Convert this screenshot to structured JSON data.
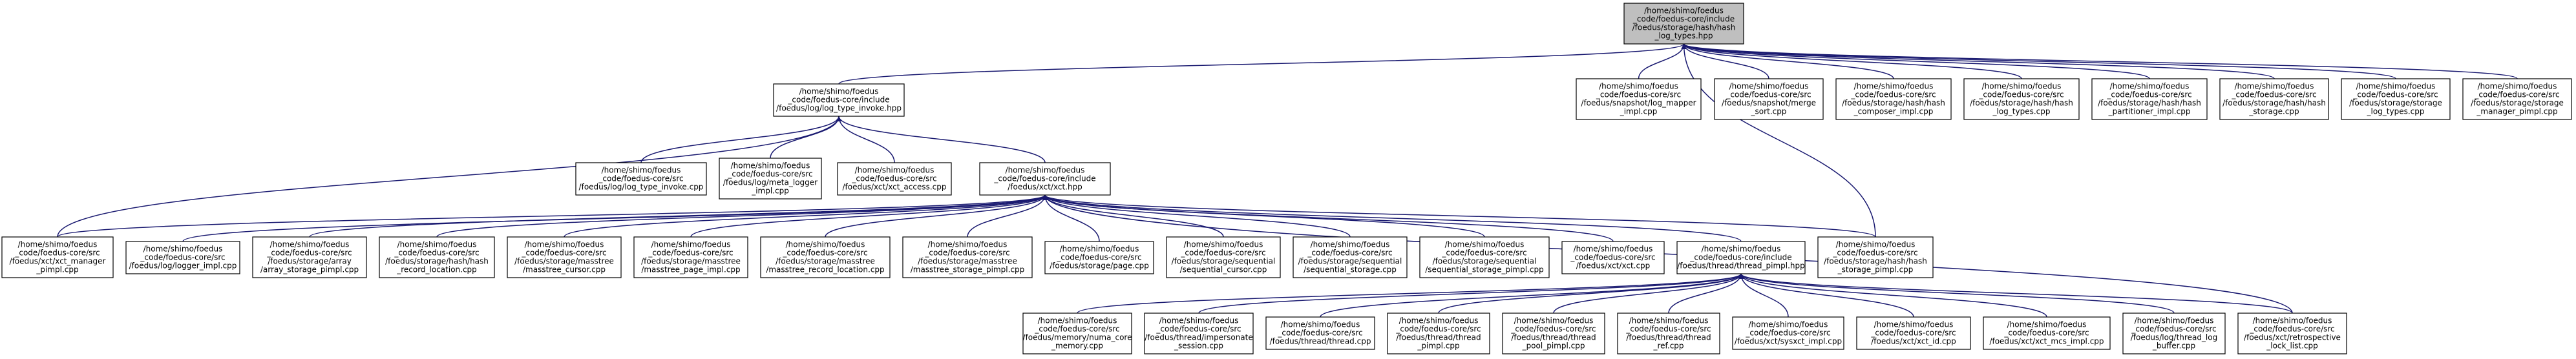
{
  "root": {
    "label": [
      "/home/shimo/foedus",
      "_code/foedus-core/include",
      "/foedus/storage/hash/hash",
      "_log_types.hpp"
    ],
    "color": "#bfbfbf"
  },
  "edge_color": "#191970",
  "nodes": [
    {
      "id": "log_type_invoke_hpp",
      "label": [
        "/home/shimo/foedus",
        "_code/foedus-core/include",
        "/foedus/log/log_type_invoke.hpp"
      ]
    },
    {
      "id": "snapshot_log_mapper",
      "label": [
        "/home/shimo/foedus",
        "_code/foedus-core/src",
        "/foedus/snapshot/log_mapper",
        "_impl.cpp"
      ]
    },
    {
      "id": "snapshot_merge_sort",
      "label": [
        "/home/shimo/foedus",
        "_code/foedus-core/src",
        "/foedus/snapshot/merge",
        "_sort.cpp"
      ]
    },
    {
      "id": "hash_composer_impl",
      "label": [
        "/home/shimo/foedus",
        "_code/foedus-core/src",
        "/foedus/storage/hash/hash",
        "_composer_impl.cpp"
      ]
    },
    {
      "id": "hash_log_types",
      "label": [
        "/home/shimo/foedus",
        "_code/foedus-core/src",
        "/foedus/storage/hash/hash",
        "_log_types.cpp"
      ]
    },
    {
      "id": "hash_partitioner_impl",
      "label": [
        "/home/shimo/foedus",
        "_code/foedus-core/src",
        "/foedus/storage/hash/hash",
        "_partitioner_impl.cpp"
      ]
    },
    {
      "id": "hash_storage",
      "label": [
        "/home/shimo/foedus",
        "_code/foedus-core/src",
        "/foedus/storage/hash/hash",
        "_storage.cpp"
      ]
    },
    {
      "id": "storage_log_types",
      "label": [
        "/home/shimo/foedus",
        "_code/foedus-core/src",
        "/foedus/storage/storage",
        "_log_types.cpp"
      ]
    },
    {
      "id": "storage_manager_pimpl",
      "label": [
        "/home/shimo/foedus",
        "_code/foedus-core/src",
        "/foedus/storage/storage",
        "_manager_pimpl.cpp"
      ]
    },
    {
      "id": "log_type_invoke_cpp",
      "label": [
        "/home/shimo/foedus",
        "_code/foedus-core/src",
        "/foedus/log/log_type_invoke.cpp"
      ]
    },
    {
      "id": "meta_logger_impl",
      "label": [
        "/home/shimo/foedus",
        "_code/foedus-core/src",
        "/foedus/log/meta_logger",
        "_impl.cpp"
      ]
    },
    {
      "id": "xct_access",
      "label": [
        "/home/shimo/foedus",
        "_code/foedus-core/src",
        "/foedus/xct/xct_access.cpp"
      ]
    },
    {
      "id": "xct_hpp",
      "label": [
        "/home/shimo/foedus",
        "_code/foedus-core/include",
        "/foedus/xct/xct.hpp"
      ]
    },
    {
      "id": "xct_manager_pimpl",
      "label": [
        "/home/shimo/foedus",
        "_code/foedus-core/src",
        "/foedus/xct/xct_manager",
        "_pimpl.cpp"
      ]
    },
    {
      "id": "logger_impl",
      "label": [
        "/home/shimo/foedus",
        "_code/foedus-core/src",
        "/foedus/log/logger_impl.cpp"
      ]
    },
    {
      "id": "array_storage_pimpl",
      "label": [
        "/home/shimo/foedus",
        "_code/foedus-core/src",
        "/foedus/storage/array",
        "/array_storage_pimpl.cpp"
      ]
    },
    {
      "id": "hash_record_location",
      "label": [
        "/home/shimo/foedus",
        "_code/foedus-core/src",
        "/foedus/storage/hash/hash",
        "_record_location.cpp"
      ]
    },
    {
      "id": "masstree_cursor",
      "label": [
        "/home/shimo/foedus",
        "_code/foedus-core/src",
        "/foedus/storage/masstree",
        "/masstree_cursor.cpp"
      ]
    },
    {
      "id": "masstree_page_impl",
      "label": [
        "/home/shimo/foedus",
        "_code/foedus-core/src",
        "/foedus/storage/masstree",
        "/masstree_page_impl.cpp"
      ]
    },
    {
      "id": "masstree_record_location",
      "label": [
        "/home/shimo/foedus",
        "_code/foedus-core/src",
        "/foedus/storage/masstree",
        "/masstree_record_location.cpp"
      ]
    },
    {
      "id": "masstree_storage_pimpl",
      "label": [
        "/home/shimo/foedus",
        "_code/foedus-core/src",
        "/foedus/storage/masstree",
        "/masstree_storage_pimpl.cpp"
      ]
    },
    {
      "id": "storage_page",
      "label": [
        "/home/shimo/foedus",
        "_code/foedus-core/src",
        "/foedus/storage/page.cpp"
      ]
    },
    {
      "id": "sequential_cursor",
      "label": [
        "/home/shimo/foedus",
        "_code/foedus-core/src",
        "/foedus/storage/sequential",
        "/sequential_cursor.cpp"
      ]
    },
    {
      "id": "sequential_storage",
      "label": [
        "/home/shimo/foedus",
        "_code/foedus-core/src",
        "/foedus/storage/sequential",
        "/sequential_storage.cpp"
      ]
    },
    {
      "id": "sequential_storage_pimpl",
      "label": [
        "/home/shimo/foedus",
        "_code/foedus-core/src",
        "/foedus/storage/sequential",
        "/sequential_storage_pimpl.cpp"
      ]
    },
    {
      "id": "xct_cpp",
      "label": [
        "/home/shimo/foedus",
        "_code/foedus-core/src",
        "/foedus/xct/xct.cpp"
      ]
    },
    {
      "id": "thread_pimpl_hpp",
      "label": [
        "/home/shimo/foedus",
        "_code/foedus-core/include",
        "/foedus/thread/thread_pimpl.hpp"
      ]
    },
    {
      "id": "hash_storage_pimpl",
      "label": [
        "/home/shimo/foedus",
        "_code/foedus-core/src",
        "/foedus/storage/hash/hash",
        "_storage_pimpl.cpp"
      ]
    },
    {
      "id": "numa_core_memory",
      "label": [
        "/home/shimo/foedus",
        "_code/foedus-core/src",
        "/foedus/memory/numa_core",
        "_memory.cpp"
      ]
    },
    {
      "id": "impersonate_session",
      "label": [
        "/home/shimo/foedus",
        "_code/foedus-core/src",
        "/foedus/thread/impersonate",
        "_session.cpp"
      ]
    },
    {
      "id": "thread_cpp",
      "label": [
        "/home/shimo/foedus",
        "_code/foedus-core/src",
        "/foedus/thread/thread.cpp"
      ]
    },
    {
      "id": "thread_pimpl",
      "label": [
        "/home/shimo/foedus",
        "_code/foedus-core/src",
        "/foedus/thread/thread",
        "_pimpl.cpp"
      ]
    },
    {
      "id": "thread_pool_pimpl",
      "label": [
        "/home/shimo/foedus",
        "_code/foedus-core/src",
        "/foedus/thread/thread",
        "_pool_pimpl.cpp"
      ]
    },
    {
      "id": "thread_ref",
      "label": [
        "/home/shimo/foedus",
        "_code/foedus-core/src",
        "/foedus/thread/thread",
        "_ref.cpp"
      ]
    },
    {
      "id": "sysxct_impl",
      "label": [
        "/home/shimo/foedus",
        "_code/foedus-core/src",
        "/foedus/xct/sysxct_impl.cpp"
      ]
    },
    {
      "id": "xct_id",
      "label": [
        "/home/shimo/foedus",
        "_code/foedus-core/src",
        "/foedus/xct/xct_id.cpp"
      ]
    },
    {
      "id": "xct_mcs_impl",
      "label": [
        "/home/shimo/foedus",
        "_code/foedus-core/src",
        "/foedus/xct/xct_mcs_impl.cpp"
      ]
    },
    {
      "id": "thread_log_buffer",
      "label": [
        "/home/shimo/foedus",
        "_code/foedus-core/src",
        "/foedus/log/thread_log",
        "_buffer.cpp"
      ]
    },
    {
      "id": "retrospective_lock_list",
      "label": [
        "/home/shimo/foedus",
        "_code/foedus-core/src",
        "/foedus/xct/retrospective",
        "_lock_list.cpp"
      ]
    }
  ],
  "edges": [
    [
      "log_type_invoke_hpp",
      "root"
    ],
    [
      "snapshot_log_mapper",
      "root"
    ],
    [
      "snapshot_merge_sort",
      "root"
    ],
    [
      "hash_composer_impl",
      "root"
    ],
    [
      "hash_log_types",
      "root"
    ],
    [
      "hash_partitioner_impl",
      "root"
    ],
    [
      "hash_storage",
      "root"
    ],
    [
      "storage_log_types",
      "root"
    ],
    [
      "storage_manager_pimpl",
      "root"
    ],
    [
      "hash_storage_pimpl",
      "root"
    ],
    [
      "log_type_invoke_cpp",
      "log_type_invoke_hpp"
    ],
    [
      "meta_logger_impl",
      "log_type_invoke_hpp"
    ],
    [
      "xct_access",
      "log_type_invoke_hpp"
    ],
    [
      "xct_hpp",
      "log_type_invoke_hpp"
    ],
    [
      "xct_manager_pimpl",
      "log_type_invoke_hpp"
    ],
    [
      "xct_manager_pimpl",
      "xct_hpp"
    ],
    [
      "logger_impl",
      "xct_hpp"
    ],
    [
      "array_storage_pimpl",
      "xct_hpp"
    ],
    [
      "hash_record_location",
      "xct_hpp"
    ],
    [
      "masstree_cursor",
      "xct_hpp"
    ],
    [
      "masstree_page_impl",
      "xct_hpp"
    ],
    [
      "masstree_record_location",
      "xct_hpp"
    ],
    [
      "masstree_storage_pimpl",
      "xct_hpp"
    ],
    [
      "storage_page",
      "xct_hpp"
    ],
    [
      "sequential_cursor",
      "xct_hpp"
    ],
    [
      "sequential_storage",
      "xct_hpp"
    ],
    [
      "sequential_storage_pimpl",
      "xct_hpp"
    ],
    [
      "xct_cpp",
      "xct_hpp"
    ],
    [
      "thread_pimpl_hpp",
      "xct_hpp"
    ],
    [
      "hash_storage_pimpl",
      "xct_hpp"
    ],
    [
      "retrospective_lock_list",
      "xct_hpp"
    ],
    [
      "numa_core_memory",
      "thread_pimpl_hpp"
    ],
    [
      "impersonate_session",
      "thread_pimpl_hpp"
    ],
    [
      "thread_cpp",
      "thread_pimpl_hpp"
    ],
    [
      "thread_pimpl",
      "thread_pimpl_hpp"
    ],
    [
      "thread_pool_pimpl",
      "thread_pimpl_hpp"
    ],
    [
      "thread_ref",
      "thread_pimpl_hpp"
    ],
    [
      "sysxct_impl",
      "thread_pimpl_hpp"
    ],
    [
      "xct_id",
      "thread_pimpl_hpp"
    ],
    [
      "xct_mcs_impl",
      "thread_pimpl_hpp"
    ],
    [
      "thread_log_buffer",
      "thread_pimpl_hpp"
    ],
    [
      "retrospective_lock_list",
      "thread_pimpl_hpp"
    ]
  ]
}
